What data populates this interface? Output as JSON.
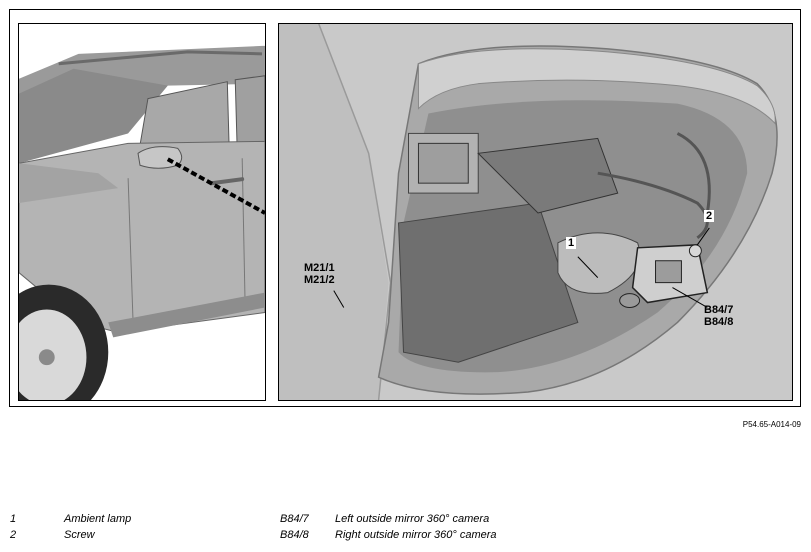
{
  "figure": {
    "code": "P54.65-A014-09",
    "callouts": {
      "c1": "1",
      "c2": "2",
      "m21_1": "M21/1",
      "m21_2": "M21/2",
      "b84_7": "B84/7",
      "b84_8": "B84/8"
    }
  },
  "legend": [
    {
      "id": "1",
      "text": "Ambient lamp"
    },
    {
      "id": "2",
      "text": "Screw"
    },
    {
      "id": "B84/7",
      "text": "Left outside mirror 360° camera"
    },
    {
      "id": "B84/8",
      "text": "Right outside mirror 360° camera"
    }
  ]
}
